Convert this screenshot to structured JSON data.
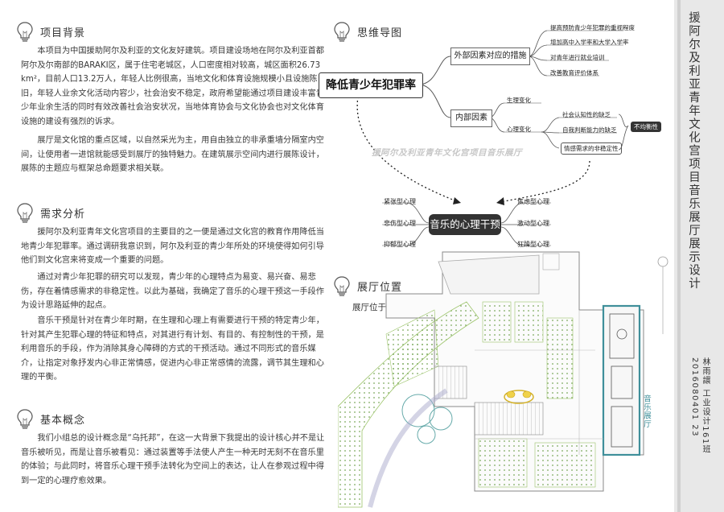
{
  "sections": {
    "background": {
      "title": "项目背景",
      "p1": "本项目为中国援助阿尔及利亚的文化友好建筑。项目建设场地在阿尔及利亚首都阿尔及尔南部的BARAKI区，属于住宅老城区，人口密度相对较高，城区面积26.73 km²，目前人口13.2万人，年轻人比例很高，当地文化和体育设施规模小且设施陈旧，年轻人业余文化活动内容少，社会治安不稳定，政府希望能通过项目建设丰富青少年业余生活的同时有效改善社会治安状况，当地体育协会与文化协会也对文化体育设施的建设有强烈的诉求。",
      "p2": "展厅是文化馆的重点区域，以自然采光为主，用自由独立的非承重墙分隔室内空间，让使用者一进馆就能感受到展厅的独特魅力。在建筑展示空间内进行展陈设计，展陈的主题应与框架总命题要求相关联。"
    },
    "needs": {
      "title": "需求分析",
      "p1": "援阿尔及利亚青年文化宫项目的主要目的之一便是通过文化宫的教育作用降低当地青少年犯罪率。通过调研我意识到，阿尔及利亚的青少年所处的环境使得如何引导他们到文化宫来将变成一个重要的问题。",
      "p2": "通过对青少年犯罪的研究可以发现，青少年的心理特点为易变、易兴奋、易悲伤，存在着情感需求的非稳定性。以此为基础，我确定了音乐的心理干预这一手段作为设计思路延伸的起点。",
      "p3": "音乐干预是针对在青少年时期，在生理和心理上有需要进行干预的特定青少年，针对其产生犯罪心理的特征和特点，对其进行有计划、有目的、有控制性的干预，是利用音乐的手段，作为消除其身心障碍的方式的干预活动。通过不同形式的音乐媒介，让指定对象抒发内心非正常情感，促进内心非正常感情的流露，调节其生理和心理的平衡。"
    },
    "concept": {
      "title": "基本概念",
      "p1": "我们小组总的设计概念是“乌托邦”，在这一大背景下我提出的设计核心并不是让音乐被听见，而是让音乐被看见：通过装置等手法使人产生一种无时无刻不在音乐里的体验；与此同时，将音乐心理干预手法转化为空间上的表达，让人在参观过程中得到一定的心理疗愈效果。"
    },
    "mindmap_title": "思维导图",
    "location": {
      "title": "展厅位置",
      "text": "展厅位于文化馆一层东北侧。"
    }
  },
  "mindmap": {
    "main": "降低青少年犯罪率",
    "external": "外部因素对应的措施",
    "external_items": [
      "提高预防青少年犯罪的重视程度",
      "增加高中入学率和大学入学率",
      "对青年进行就业培训",
      "改善教育评价体系"
    ],
    "internal": "内部因素",
    "internal_sub": [
      "生理变化",
      "心理变化"
    ],
    "psych_items": [
      "社会认知性的缺乏",
      "自我判断能力的缺乏",
      "情感需求的非稳定性"
    ],
    "tag": "不均衡性",
    "watermark": "援阿尔及利亚青年文化宫项目音乐展厅",
    "center": "音乐的心理干预",
    "left_items": [
      "紧张型心理",
      "悲伤型心理",
      "抑郁型心理"
    ],
    "right_items": [
      "焦虑型心理",
      "激动型心理",
      "狂躁型心理"
    ]
  },
  "plan": {
    "label": "音乐展厅"
  },
  "side": {
    "title": "援阿尔及利亚青年文化宫项目音乐展厅展示设计",
    "author": "林雨譞 工业设计161班 2016080401 23"
  },
  "colors": {
    "accent_teal": "#3f8f9a",
    "dark": "#333333",
    "plan_green": "#9cc46a"
  }
}
